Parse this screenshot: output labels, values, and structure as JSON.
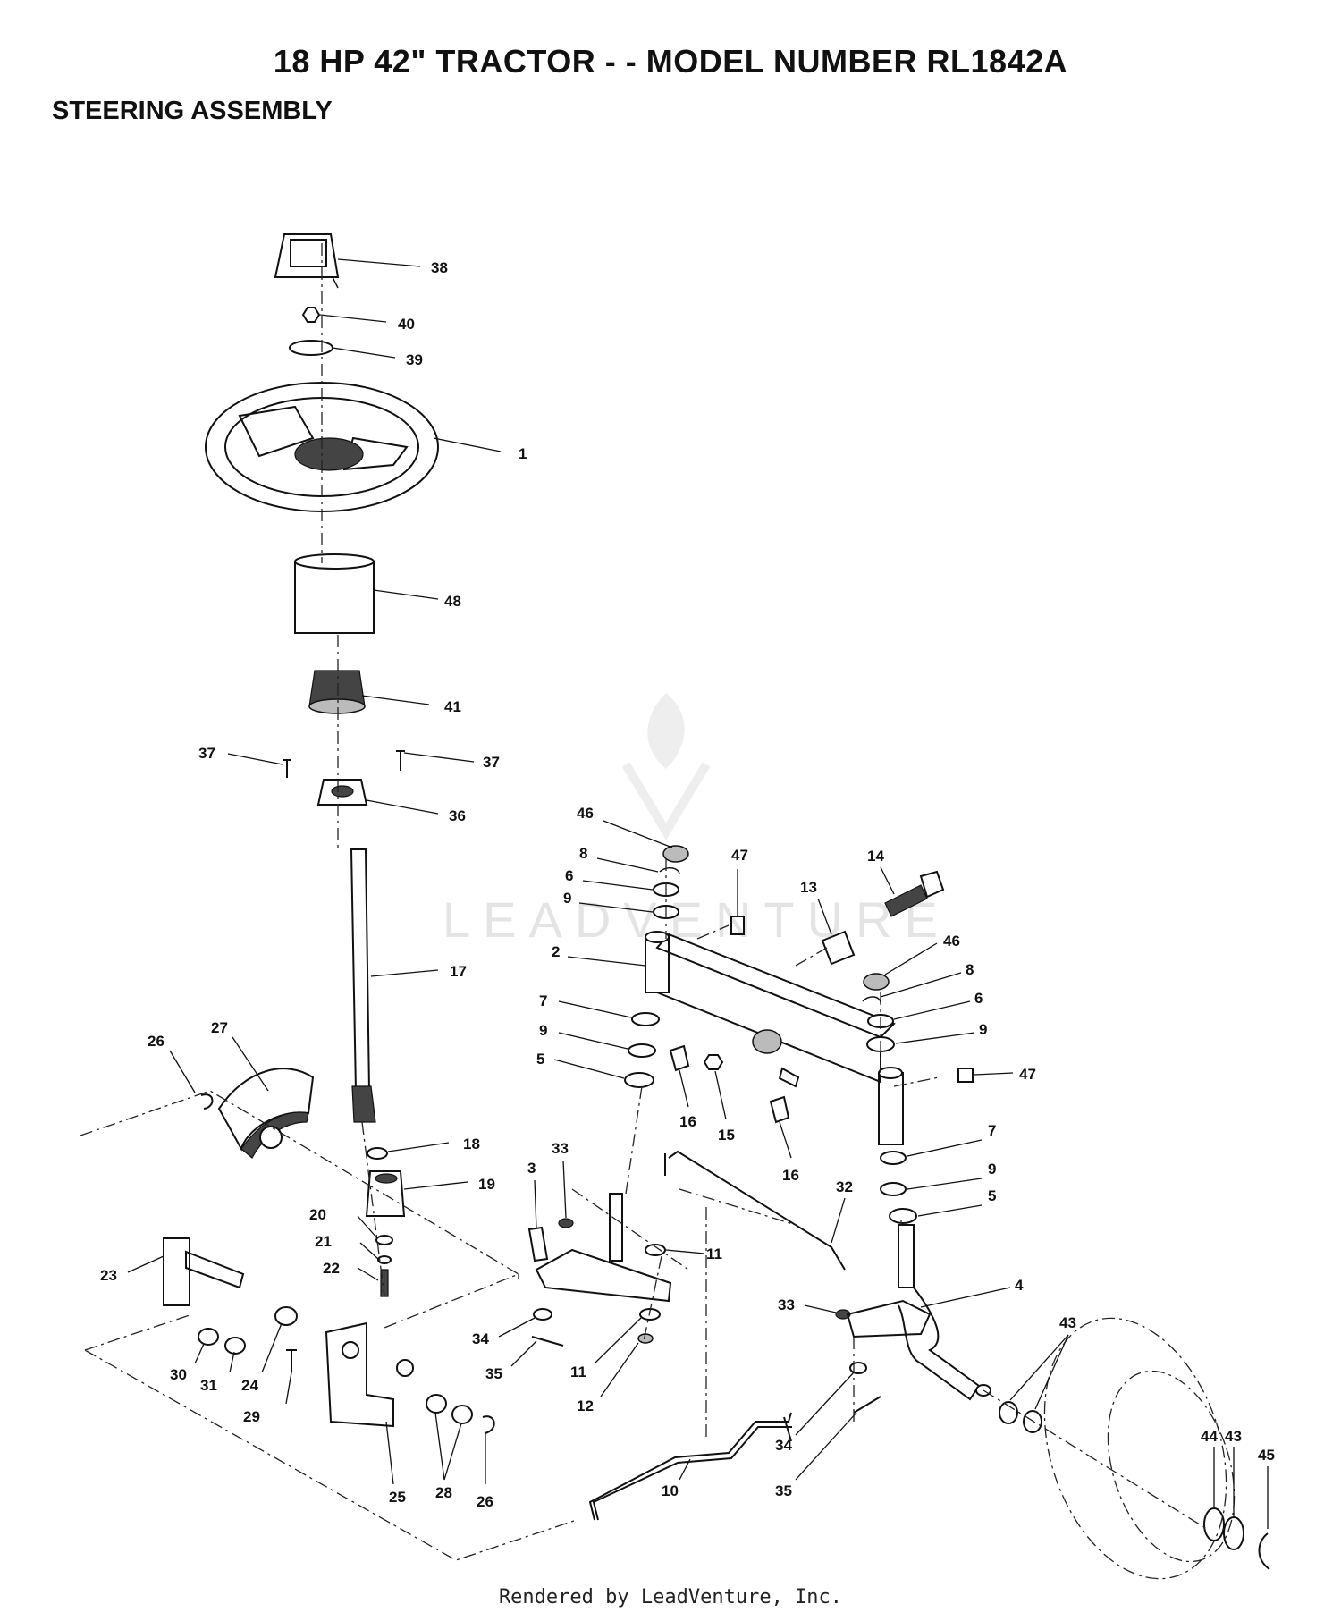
{
  "header": {
    "title": "18 HP 42\" TRACTOR - - MODEL NUMBER RL1842A",
    "subtitle": "STEERING ASSEMBLY"
  },
  "watermark": {
    "text": "LEADVENTURE"
  },
  "callouts": [
    "38",
    "40",
    "39",
    "1",
    "48",
    "41",
    "37",
    "37",
    "36",
    "17",
    "27",
    "26",
    "18",
    "19",
    "20",
    "21",
    "22",
    "23",
    "30",
    "31",
    "24",
    "29",
    "25",
    "28",
    "26",
    "46",
    "8",
    "6",
    "9",
    "47",
    "14",
    "13",
    "2",
    "46",
    "8",
    "6",
    "9",
    "7",
    "9",
    "5",
    "16",
    "15",
    "47",
    "16",
    "7",
    "9",
    "5",
    "3",
    "33",
    "11",
    "32",
    "34",
    "35",
    "11",
    "12",
    "33",
    "4",
    "43",
    "10",
    "34",
    "35",
    "44",
    "43",
    "45"
  ],
  "footer": {
    "text": "Rendered by LeadVenture, Inc."
  },
  "colors": {
    "ink": "#111111",
    "background": "#ffffff",
    "watermark": "#e4e4e4"
  }
}
